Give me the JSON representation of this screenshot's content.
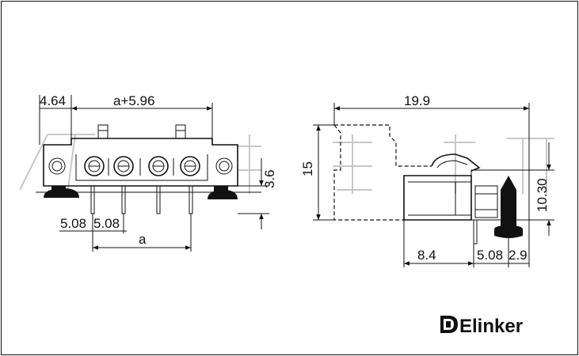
{
  "dimensions": {
    "left_pitch_offset": "4.64",
    "overall_width": "a+5.96",
    "pitch_1": "5.08",
    "pitch_2": "5.08",
    "a": "a",
    "pin_height": "3.6",
    "body_height": "15",
    "depth": "19.9",
    "side_height": "10.30",
    "side_offset": "8.4",
    "side_pitch": "5.08",
    "side_pin_offset": "2.9"
  },
  "brand": {
    "name": "Elinker"
  },
  "colors": {
    "line": "#111111",
    "watermark": "#c8c8c8",
    "hatch_fill": "#ffffff"
  },
  "icons": {
    "logo": "elinker-logo-icon",
    "screw": "screw-icon"
  }
}
